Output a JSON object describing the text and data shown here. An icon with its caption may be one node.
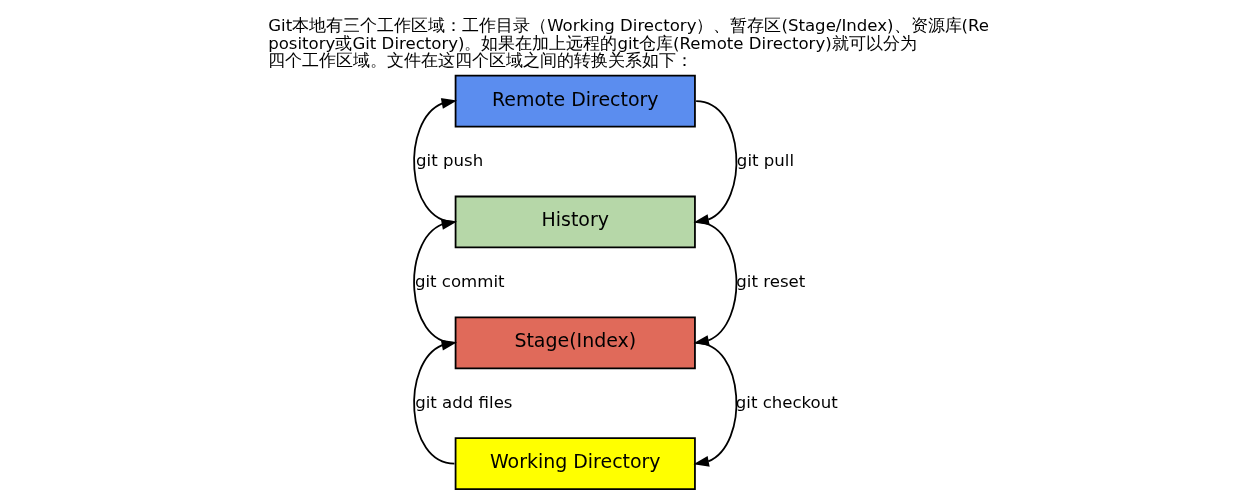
{
  "diagram": {
    "title": "Git本地有三个工作区域：工作目录（Working Directory）、暂存区(Stage/Index)、资源库(Repository或Git Directory)。如果在加上远程的git仓库(Remote Directory)就可以分为四个工作区域。文件在这四个区域之间的转换关系如下：",
    "nodes": [
      {
        "text": [
          "Remote Directory"
        ]
      },
      {
        "text": [
          "History"
        ]
      },
      {
        "text": [
          "Stage(Index)"
        ]
      },
      {
        "text": [
          "Working Directory"
        ]
      }
    ],
    "edges": [
      {
        "from": 1,
        "to": 0,
        "arrow": "to",
        "label": "git push"
      },
      {
        "from": 0,
        "to": 1,
        "arrow": "to",
        "label": "git pull"
      },
      {
        "from": 2,
        "to": 1,
        "arrow": "to",
        "label": "git commit"
      },
      {
        "from": 1,
        "to": 2,
        "arrow": "to",
        "label": "git reset"
      },
      {
        "from": 3,
        "to": 2,
        "arrow": "to",
        "label": "git add files"
      },
      {
        "from": 2,
        "to": 3,
        "arrow": "to",
        "label": "git checkout"
      }
    ]
  }
}
